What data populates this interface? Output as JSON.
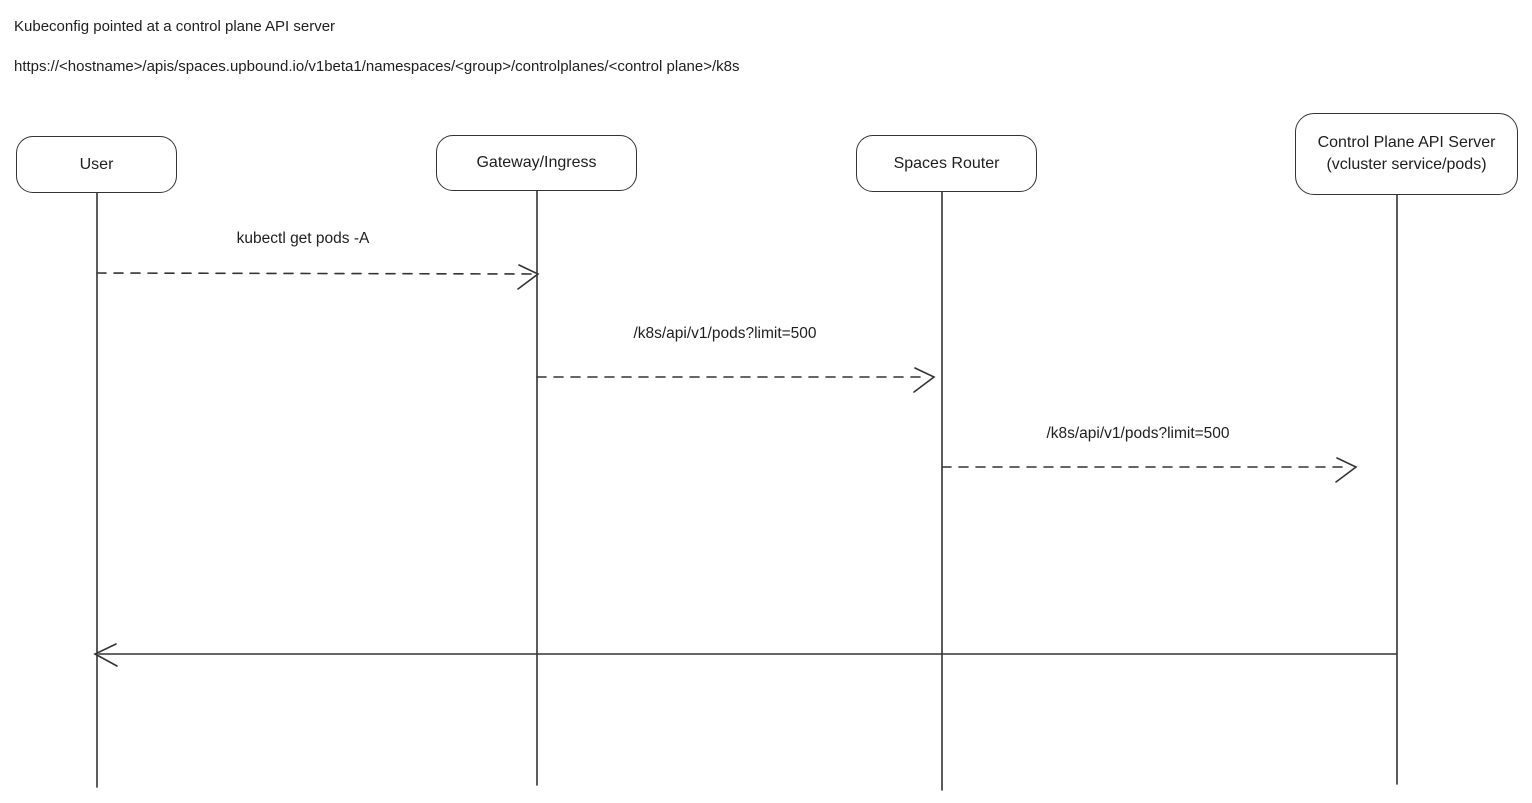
{
  "header": {
    "title": "Kubeconfig pointed at a control plane API server",
    "url": "https://<hostname>/apis/spaces.upbound.io/v1beta1/namespaces/<group>/controlplanes/<control plane>/k8s"
  },
  "diagram": {
    "type": "sequence-diagram",
    "actors": [
      {
        "label": "User"
      },
      {
        "label": "Gateway/Ingress"
      },
      {
        "label": "Spaces Router"
      },
      {
        "label": "Control Plane API Server",
        "sublabel": "(vcluster service/pods)"
      }
    ],
    "messages": [
      {
        "from": "User",
        "to": "Gateway/Ingress",
        "label": "kubectl get pods -A",
        "line": "dashed"
      },
      {
        "from": "Gateway/Ingress",
        "to": "Spaces Router",
        "label": "/k8s/api/v1/pods?limit=500",
        "line": "dashed"
      },
      {
        "from": "Spaces Router",
        "to": "Control Plane API Server",
        "label": "/k8s/api/v1/pods?limit=500",
        "line": "dashed"
      },
      {
        "from": "Control Plane API Server",
        "to": "User",
        "label": "",
        "line": "solid"
      }
    ]
  },
  "colors": {
    "stroke": "#343434",
    "text": "#1e1e1e",
    "background": "#ffffff"
  }
}
